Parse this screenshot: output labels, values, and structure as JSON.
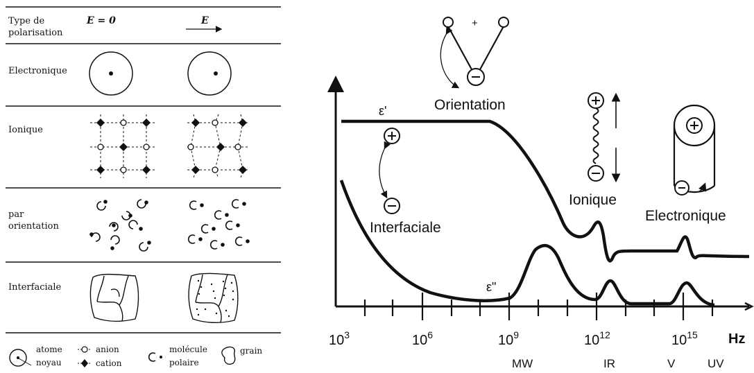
{
  "table": {
    "header": {
      "type": [
        "Type de",
        "polarisation"
      ],
      "e0": "E = 0",
      "e": "E"
    },
    "rows": [
      "Electronique",
      "Ionique",
      "par",
      "orientation",
      "Interfaciale"
    ],
    "legend": {
      "atome": "atome",
      "noyau": "noyau",
      "anion": "anion",
      "cation": "cation",
      "molecule": "molécule",
      "polaire": "polaire",
      "grain": "grain"
    }
  },
  "graph": {
    "labels": {
      "eps_prime": "ε'",
      "eps_second": "ε\"",
      "orientation": "Orientation",
      "ionique": "Ionique",
      "electronique": "Electronique",
      "interfaciale": "Interfaciale",
      "plus_sign": "+"
    },
    "x_unit": "Hz",
    "x_ticks": [
      {
        "base": "10",
        "exp": "3"
      },
      {
        "base": "10",
        "exp": "6"
      },
      {
        "base": "10",
        "exp": "9"
      },
      {
        "base": "10",
        "exp": "12"
      },
      {
        "base": "10",
        "exp": "15"
      }
    ],
    "bands": [
      "MW",
      "IR",
      "V",
      "UV"
    ]
  }
}
